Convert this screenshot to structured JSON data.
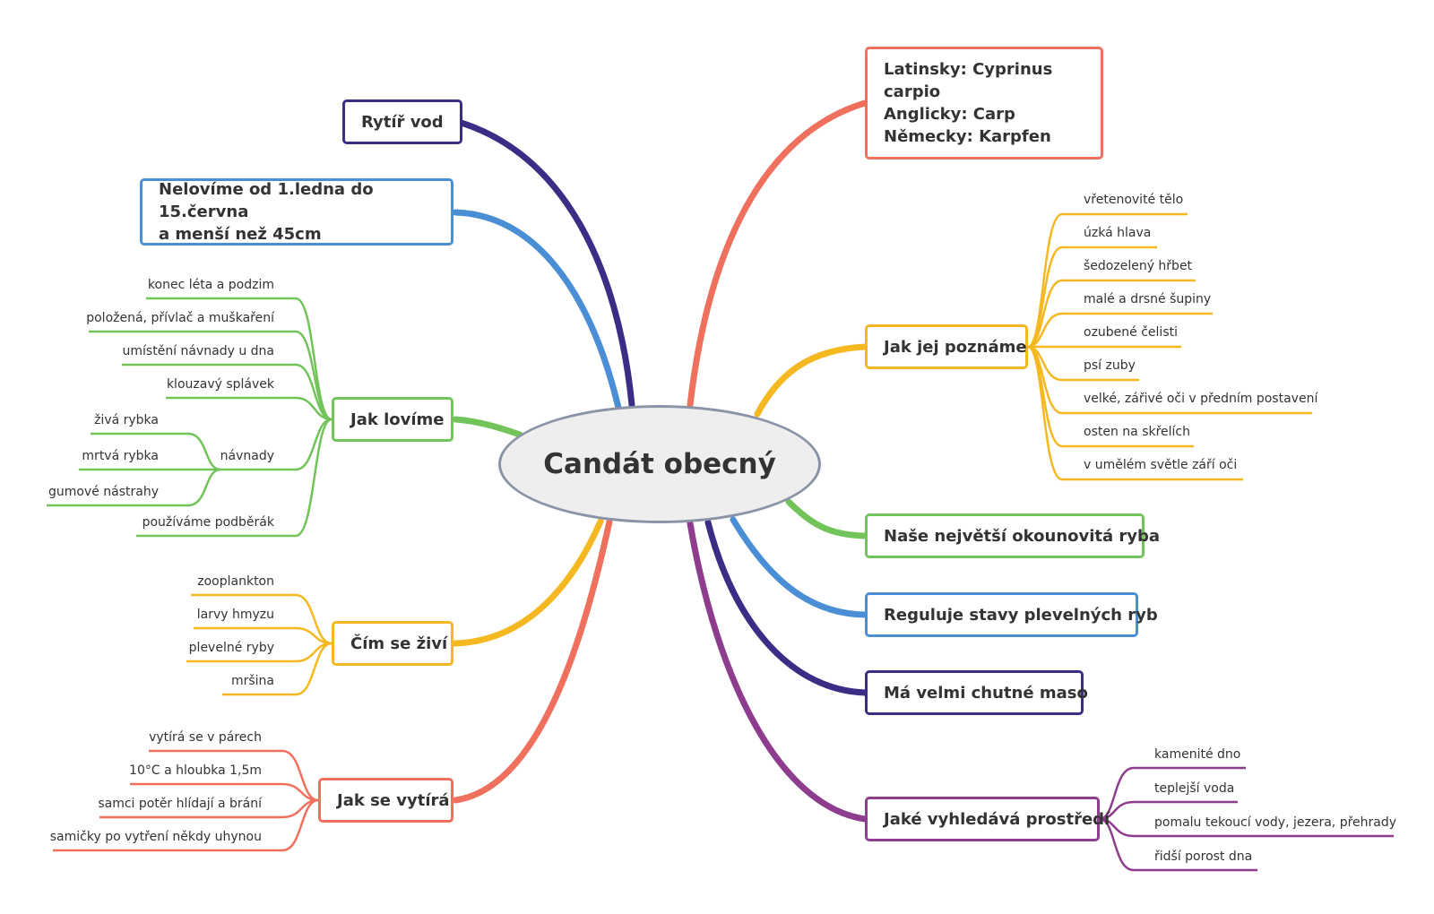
{
  "central": "Candát obecný",
  "colors": {
    "red": "#f0705e",
    "yellow": "#f5b820",
    "green": "#72c35a",
    "blue": "#4a8fd6",
    "navy": "#3b2d85",
    "purple": "#8e3d8e",
    "center_border": "#8a94a6"
  },
  "left": {
    "rytir": "Rytíř vod",
    "nelovime": [
      "Nelovíme od 1.ledna do 15.června",
      "a menší než 45cm"
    ],
    "jak_lovime": {
      "label": "Jak lovíme",
      "items": [
        "konec léta a podzim",
        "položená, přívlač a muškaření",
        "umístění návnady u dna",
        "klouzavý splávek"
      ],
      "navnady": {
        "label": "návnady",
        "items": [
          "živá rybka",
          "mrtvá rybka",
          "gumové nástrahy"
        ]
      },
      "last": "používáme podběrák"
    },
    "cim_se_zivi": {
      "label": "Čím se živí",
      "items": [
        "zooplankton",
        "larvy hmyzu",
        "plevelné ryby",
        "mršina"
      ]
    },
    "jak_se_vytira": {
      "label": "Jak se vytírá",
      "items": [
        "vytírá se v párech",
        "10°C a hloubka 1,5m",
        "samci potěr hlídají a brání",
        "samičky po vytření někdy uhynou"
      ]
    }
  },
  "right": {
    "names": [
      "Latinsky: Cyprinus carpio",
      "Anglicky: Carp",
      "Německy: Karpfen"
    ],
    "jak_jej_pozname": {
      "label": "Jak jej poznáme",
      "items": [
        "vřetenovité tělo",
        "úzká hlava",
        "šedozelený hřbet",
        "malé a drsné šupiny",
        "ozubené čelisti",
        "psí zuby",
        "velké, zářivé oči v předním postavení",
        "osten na skřelích",
        "v umělém světle září oči"
      ]
    },
    "okounovita": "Naše největší okounovitá ryba",
    "reguluje": "Reguluje stavy plevelných ryb",
    "maso": "Má velmi chutné maso",
    "prostredi": {
      "label": "Jaké vyhledává prostředí",
      "items": [
        "kamenité dno",
        "teplejší voda",
        "pomalu tekoucí vody, jezera, přehrady",
        "řidší porost dna"
      ]
    }
  }
}
